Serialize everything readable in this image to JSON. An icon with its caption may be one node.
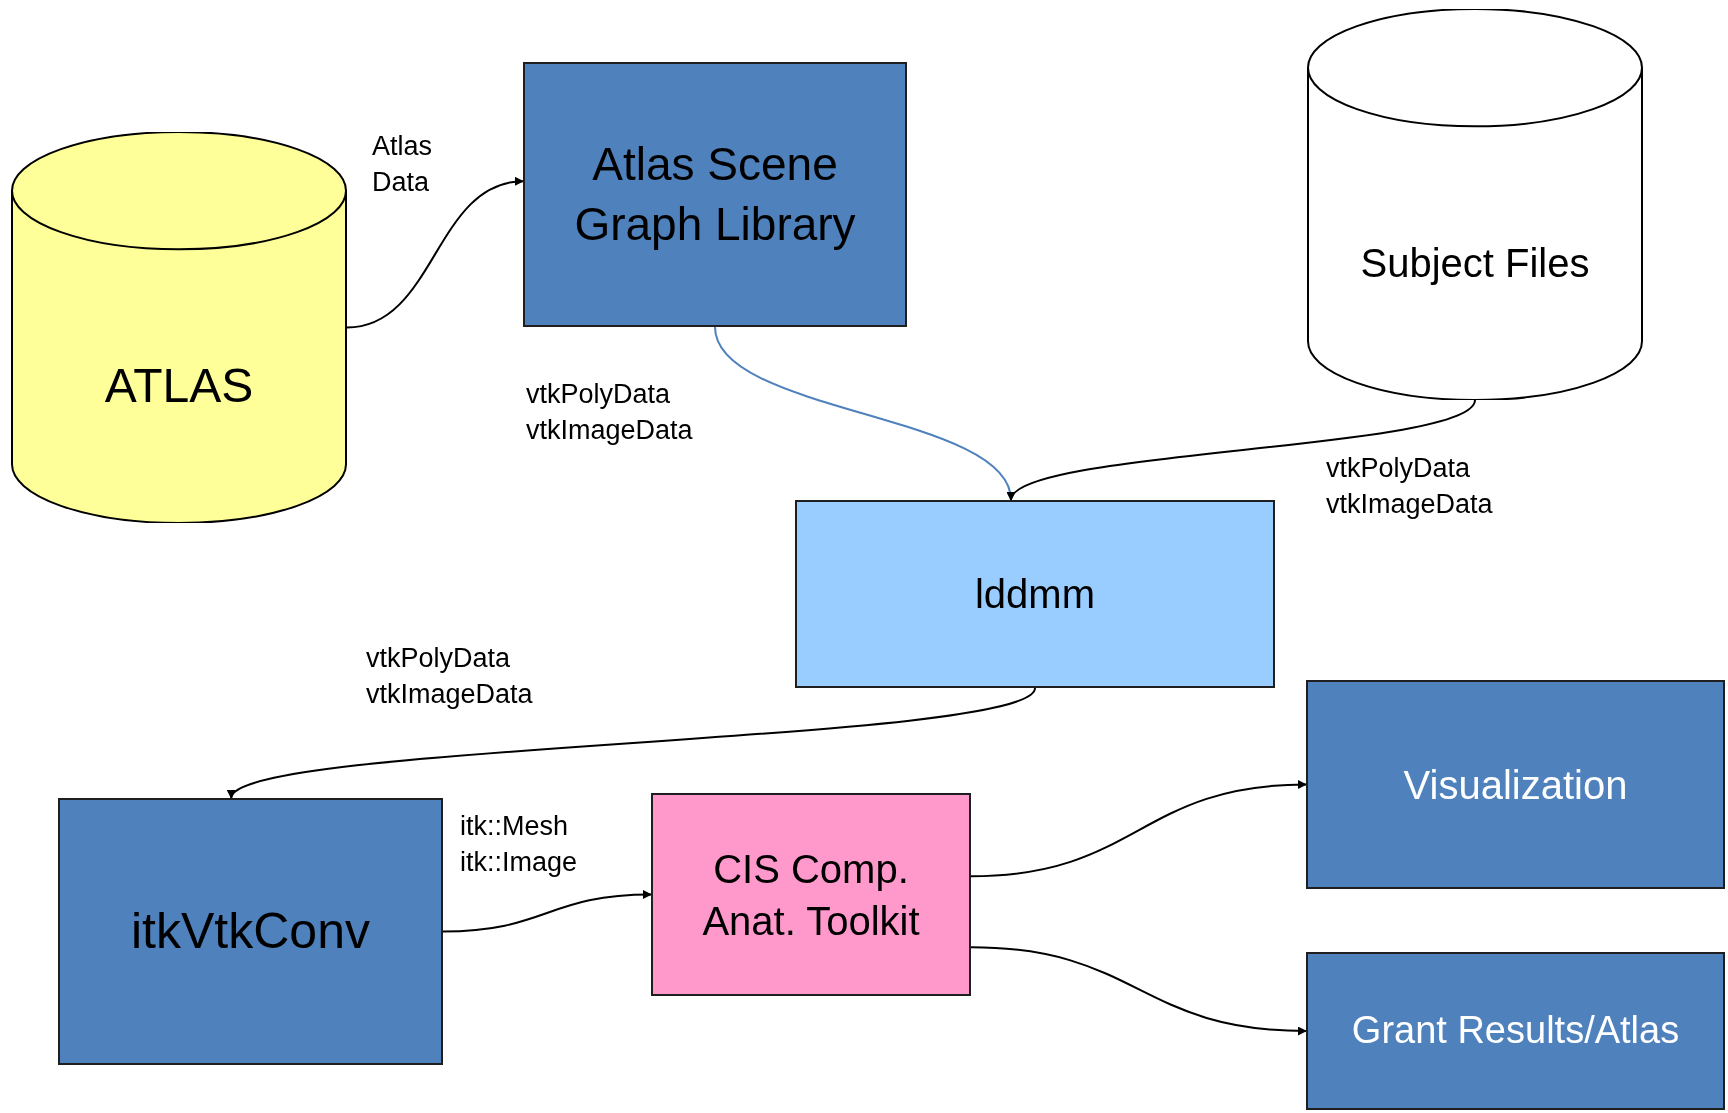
{
  "diagram": {
    "nodes": [
      {
        "text": [
          "ATLAS"
        ]
      },
      {
        "text": [
          "Atlas Scene Graph Library"
        ]
      },
      {
        "text": [
          "Subject Files"
        ]
      },
      {
        "text": [
          "lddmm"
        ]
      },
      {
        "text": [
          "itkVtkConv"
        ]
      },
      {
        "text": [
          "CIS Comp. Anat. Toolkit"
        ]
      },
      {
        "text": [
          "Visualization"
        ]
      },
      {
        "text": [
          "Grant Results/Atlas"
        ]
      }
    ],
    "edges": [
      {
        "from": 0,
        "to": 1,
        "arrow": "to",
        "label": "Atlas Data"
      },
      {
        "from": 1,
        "to": 3,
        "arrow": "to",
        "label": "vtkPolyData vtkImageData",
        "color": "#4f81bd"
      },
      {
        "from": 2,
        "to": 3,
        "arrow": "to",
        "label": "vtkPolyData vtkImageData"
      },
      {
        "from": 3,
        "to": 4,
        "arrow": "to",
        "label": "vtkPolyData vtkImageData"
      },
      {
        "from": 4,
        "to": 5,
        "arrow": "to",
        "label": "itk::Mesh itk::Image"
      },
      {
        "from": 5,
        "to": 6,
        "arrow": "to"
      },
      {
        "from": 5,
        "to": 7,
        "arrow": "to"
      }
    ]
  }
}
